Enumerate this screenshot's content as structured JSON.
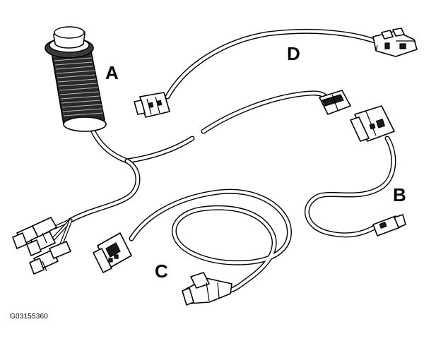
{
  "figure": {
    "id_label": "G03155360"
  },
  "callouts": {
    "a": "A",
    "b": "B",
    "c": "C",
    "d": "D"
  }
}
